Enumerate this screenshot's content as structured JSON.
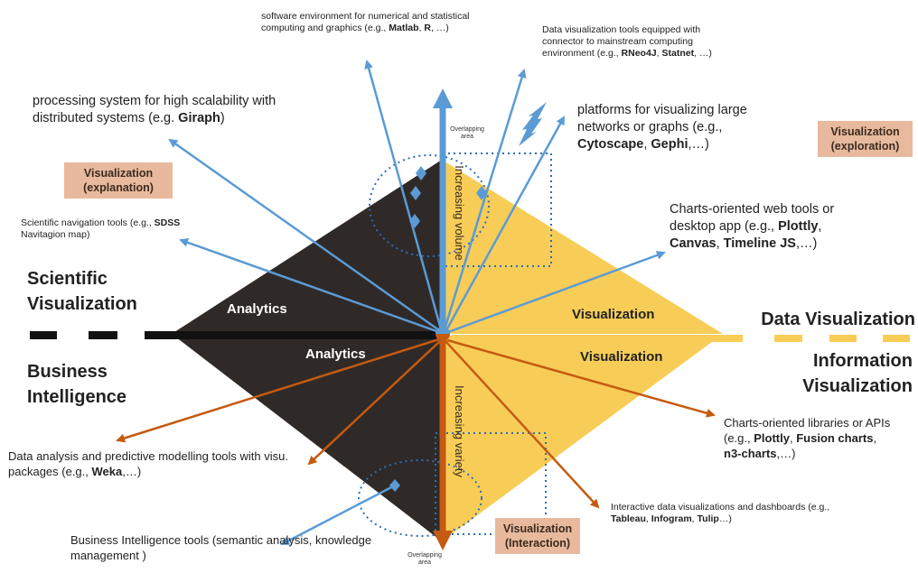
{
  "headings": {
    "scientific": "Scientific Visualization",
    "business": "Business Intelligence",
    "data_vis": "Data Visualization",
    "info_vis": "Information Visualization"
  },
  "quadrants": {
    "analytics_top": "Analytics",
    "analytics_bottom": "Analytics",
    "visualization_top": "Visualization",
    "visualization_bottom": "Visualization"
  },
  "axes": {
    "up": "Increasing volume",
    "down": "Increasing variety"
  },
  "overlap": {
    "top": "Overlapping area",
    "bottom": "Overlapping area"
  },
  "boxes": {
    "explanation": "Visualization (explanation)",
    "exploration": "Visualization (exploration)",
    "interaction": "Visualization (Interaction)"
  },
  "annotations": [
    {
      "id": "software-env",
      "prefix": "software environment for numerical and statistical computing and graphics (e.g., ",
      "bold": [
        "Matlab",
        "R"
      ],
      "suffix": ", …)"
    },
    {
      "id": "dataviz-connector",
      "prefix": "Data visualization tools equipped with connector to mainstream computing environment (e.g., ",
      "bold": [
        "RNeo4J",
        "Statnet"
      ],
      "suffix": ", …)"
    },
    {
      "id": "processing-system",
      "prefix": "processing system for high scalability with distributed systems (e.g. ",
      "bold": [
        "Giraph"
      ],
      "suffix": ")"
    },
    {
      "id": "network-platforms",
      "prefix": "platforms for visualizing large networks or graphs (e.g., ",
      "bold": [
        "Cytoscape",
        "Gephi"
      ],
      "suffix": ",…)"
    },
    {
      "id": "sci-nav",
      "prefix": "Scientific navigation tools (e.g., ",
      "bold": [
        "SDSS"
      ],
      "suffix": " Navitagion map)"
    },
    {
      "id": "charts-web",
      "prefix": "Charts-oriented web tools or desktop app (e.g., ",
      "bold": [
        "Plottly",
        "Canvas",
        "Timeline JS"
      ],
      "suffix": ",…)"
    },
    {
      "id": "charts-libs",
      "prefix": "Charts-oriented libraries or APIs (e.g., ",
      "bold": [
        "Plottly",
        "Fusion charts",
        "n3-charts"
      ],
      "suffix": ",…)"
    },
    {
      "id": "data-analysis",
      "prefix": "Data analysis and predictive modelling tools with visu. packages (e.g., ",
      "bold": [
        "Weka"
      ],
      "suffix": ",…)"
    },
    {
      "id": "interactive-dash",
      "prefix": "Interactive data visualizations and dashboards (e.g., ",
      "bold": [
        "Tableau",
        "Infogram",
        "Tulip"
      ],
      "suffix": "…)"
    },
    {
      "id": "bi-tools",
      "prefix": "Business Intelligence tools (semantic analysis, knowledge management )",
      "bold": [],
      "suffix": ""
    }
  ],
  "colors": {
    "dark_quadrant": "#2f2a28",
    "yellow_quadrant": "#f7cd57",
    "blue_arrow": "#5b9bd5",
    "orange_arrow": "#c55a11",
    "box_fill": "#e8b99c",
    "dotted": "#2e6db4",
    "yellow_dash": "#f7cd57"
  }
}
